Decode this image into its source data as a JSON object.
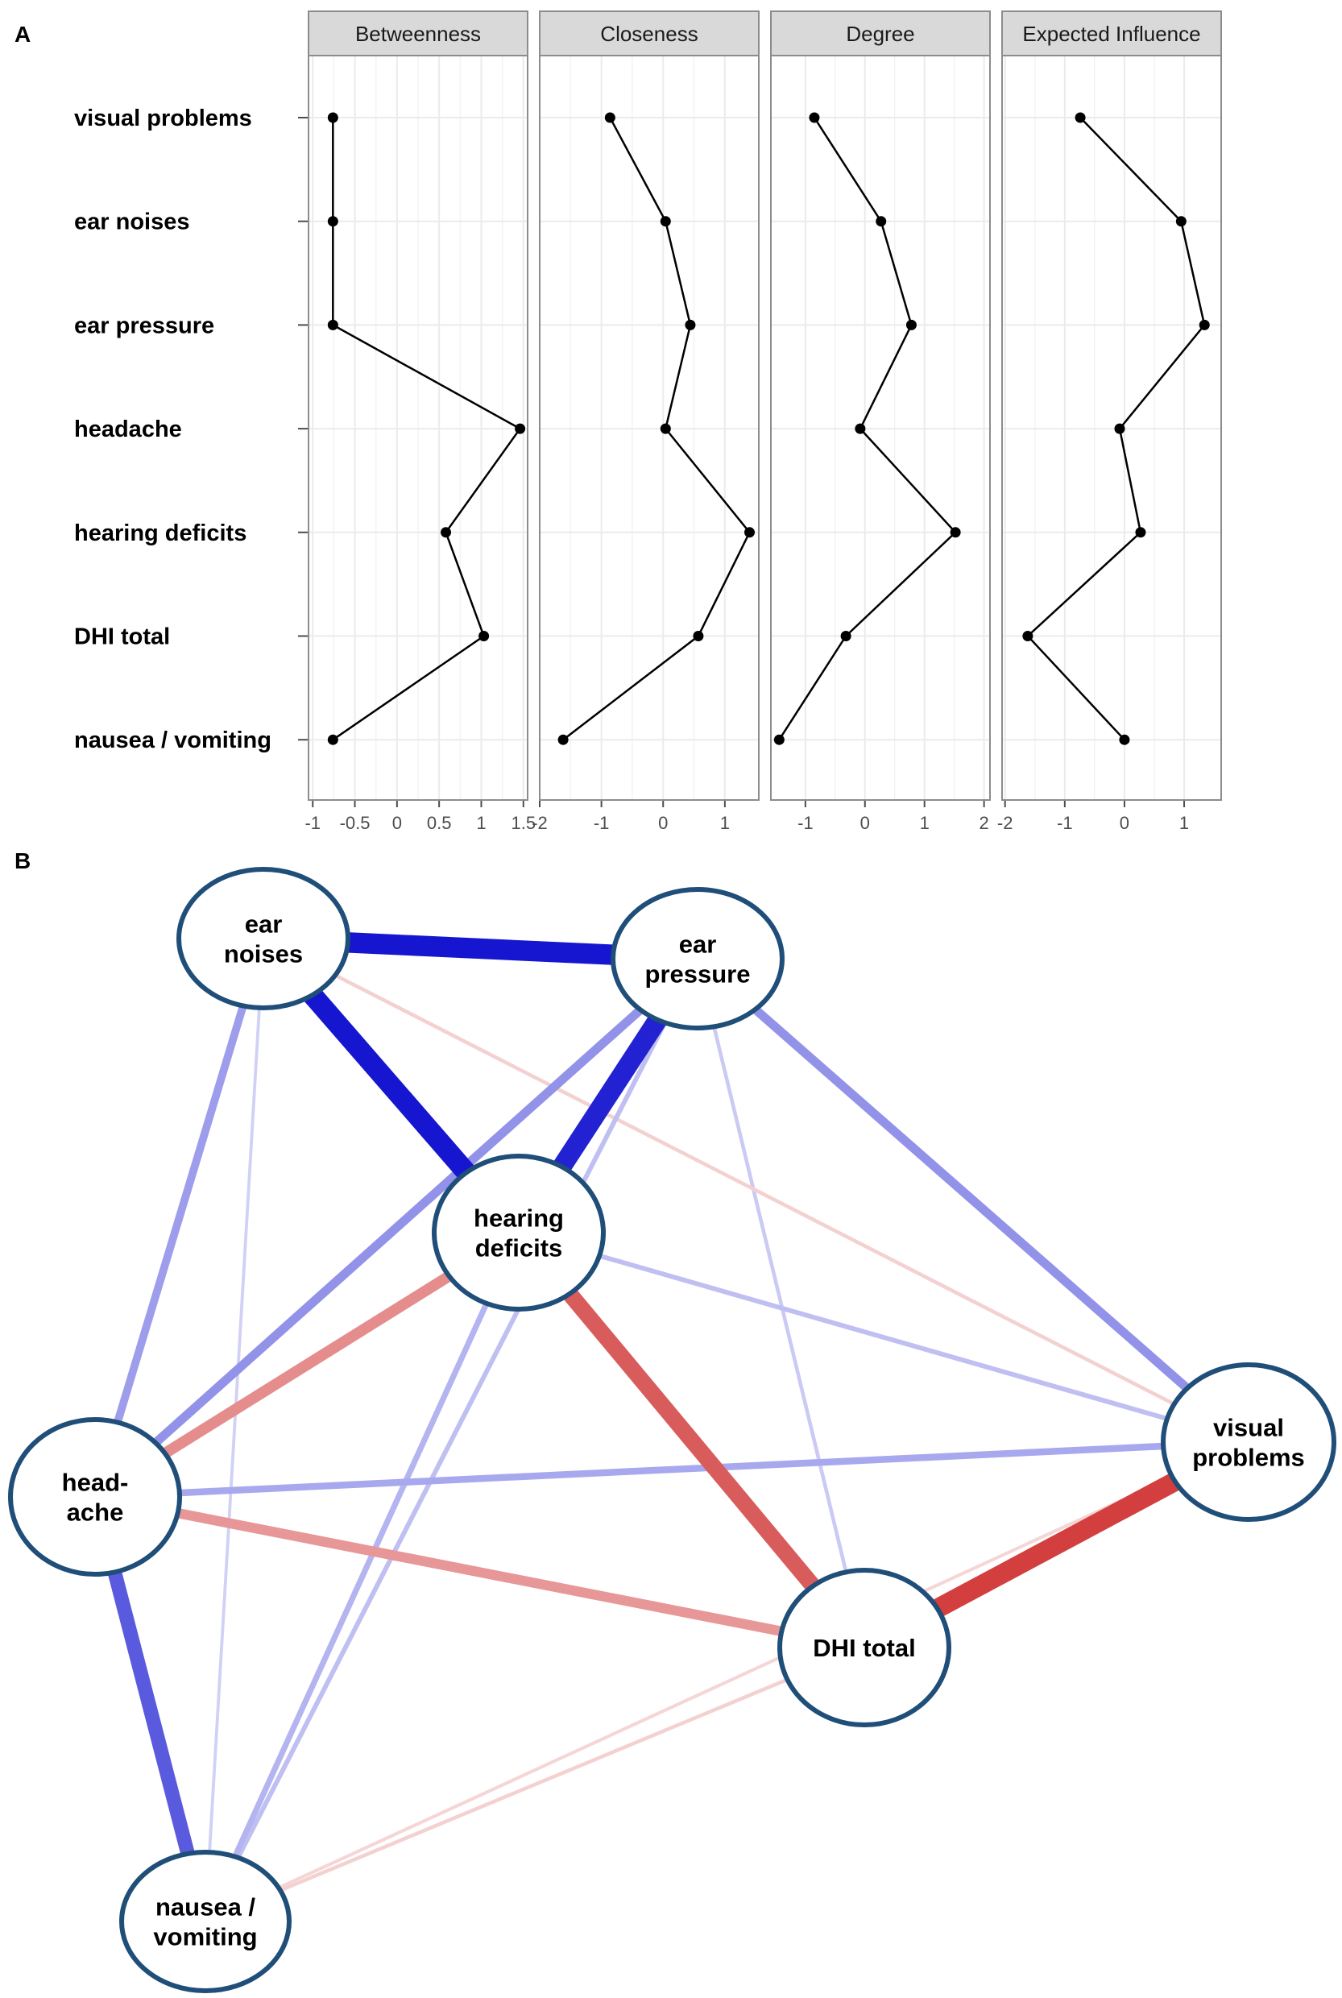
{
  "panel_labels": {
    "a": "A",
    "b": "B"
  },
  "colors": {
    "strip_fill": "#d9d9d9",
    "panel_border": "#8c8c8c",
    "grid": "#ebebeb",
    "line": "#000000",
    "node_border": "#1f4e79",
    "positive_edge": "#0000cc",
    "negative_edge": "#cc2222"
  },
  "chart_data": [
    {
      "type": "line",
      "orientation": "horizontal-facets",
      "facets": [
        "Betweenness",
        "Closeness",
        "Degree",
        "Expected Influence"
      ],
      "categories": [
        "visual problems",
        "ear noises",
        "ear pressure",
        "headache",
        "hearing deficits",
        "DHI total",
        "nausea / vomiting"
      ],
      "series": [
        {
          "facet": "Betweenness",
          "values": [
            -0.76,
            -0.76,
            -0.76,
            1.46,
            0.58,
            1.03,
            -0.76
          ]
        },
        {
          "facet": "Closeness",
          "values": [
            -0.86,
            0.04,
            0.44,
            0.04,
            1.4,
            0.57,
            -1.62
          ]
        },
        {
          "facet": "Degree",
          "values": [
            -0.85,
            0.27,
            0.78,
            -0.08,
            1.52,
            -0.32,
            -1.44
          ]
        },
        {
          "facet": "Expected Influence",
          "values": [
            -0.74,
            0.95,
            1.34,
            -0.08,
            0.27,
            -1.62,
            0.0
          ]
        }
      ],
      "axes": [
        {
          "facet": "Betweenness",
          "xlim": [
            -1.05,
            1.55
          ],
          "ticks": [
            -1,
            -0.5,
            0,
            0.5,
            1,
            1.5
          ],
          "tick_labels": [
            "-1",
            "-0.5",
            "0",
            "0.5",
            "1",
            "1.5"
          ]
        },
        {
          "facet": "Closeness",
          "xlim": [
            -2.0,
            1.55
          ],
          "ticks": [
            -2,
            -1,
            0,
            1
          ],
          "tick_labels": [
            "-2",
            "-1",
            "0",
            "1"
          ]
        },
        {
          "facet": "Degree",
          "xlim": [
            -1.58,
            2.1
          ],
          "ticks": [
            -1,
            0,
            1,
            2
          ],
          "tick_labels": [
            "-1",
            "0",
            "1",
            "2"
          ]
        },
        {
          "facet": "Expected Influence",
          "xlim": [
            -2.05,
            1.62
          ],
          "ticks": [
            -2,
            -1,
            0,
            1
          ],
          "tick_labels": [
            "-2",
            "-1",
            "0",
            "1"
          ]
        }
      ],
      "grid": true,
      "xlabel": "",
      "ylabel": ""
    },
    {
      "type": "network",
      "nodes": [
        {
          "id": "ear_noises",
          "label": [
            "ear",
            "noises"
          ]
        },
        {
          "id": "ear_pressure",
          "label": [
            "ear",
            "pressure"
          ]
        },
        {
          "id": "hearing_deficits",
          "label": [
            "hearing",
            "deficits"
          ]
        },
        {
          "id": "headache",
          "label": [
            "head-",
            "ache"
          ]
        },
        {
          "id": "visual_problems",
          "label": [
            "visual",
            "problems"
          ]
        },
        {
          "id": "dhi_total",
          "label": [
            "DHI total"
          ]
        },
        {
          "id": "nausea_vomiting",
          "label": [
            "nausea /",
            "vomiting"
          ]
        }
      ],
      "edges": [
        {
          "from": "ear_noises",
          "to": "ear_pressure",
          "sign": "positive",
          "strength": 0.9
        },
        {
          "from": "ear_noises",
          "to": "hearing_deficits",
          "sign": "positive",
          "strength": 0.9
        },
        {
          "from": "ear_pressure",
          "to": "hearing_deficits",
          "sign": "positive",
          "strength": 0.85
        },
        {
          "from": "ear_noises",
          "to": "headache",
          "sign": "positive",
          "strength": 0.3
        },
        {
          "from": "ear_pressure",
          "to": "headache",
          "sign": "positive",
          "strength": 0.35
        },
        {
          "from": "ear_pressure",
          "to": "visual_problems",
          "sign": "positive",
          "strength": 0.35
        },
        {
          "from": "hearing_deficits",
          "to": "dhi_total",
          "sign": "negative",
          "strength": 0.7
        },
        {
          "from": "visual_problems",
          "to": "dhi_total",
          "sign": "negative",
          "strength": 0.85
        },
        {
          "from": "hearing_deficits",
          "to": "headache",
          "sign": "negative",
          "strength": 0.45
        },
        {
          "from": "headache",
          "to": "dhi_total",
          "sign": "negative",
          "strength": 0.4
        },
        {
          "from": "headache",
          "to": "nausea_vomiting",
          "sign": "positive",
          "strength": 0.6
        },
        {
          "from": "headache",
          "to": "visual_problems",
          "sign": "positive",
          "strength": 0.25
        },
        {
          "from": "hearing_deficits",
          "to": "visual_problems",
          "sign": "positive",
          "strength": 0.15
        },
        {
          "from": "hearing_deficits",
          "to": "nausea_vomiting",
          "sign": "positive",
          "strength": 0.2
        },
        {
          "from": "ear_pressure",
          "to": "nausea_vomiting",
          "sign": "positive",
          "strength": 0.15
        },
        {
          "from": "ear_pressure",
          "to": "dhi_total",
          "sign": "positive",
          "strength": 0.1
        },
        {
          "from": "ear_noises",
          "to": "visual_problems",
          "sign": "negative",
          "strength": 0.1
        },
        {
          "from": "ear_noises",
          "to": "nausea_vomiting",
          "sign": "positive",
          "strength": 0.07
        },
        {
          "from": "nausea_vomiting",
          "to": "dhi_total",
          "sign": "negative",
          "strength": 0.1
        },
        {
          "from": "nausea_vomiting",
          "to": "visual_problems",
          "sign": "negative",
          "strength": 0.08
        }
      ]
    }
  ]
}
